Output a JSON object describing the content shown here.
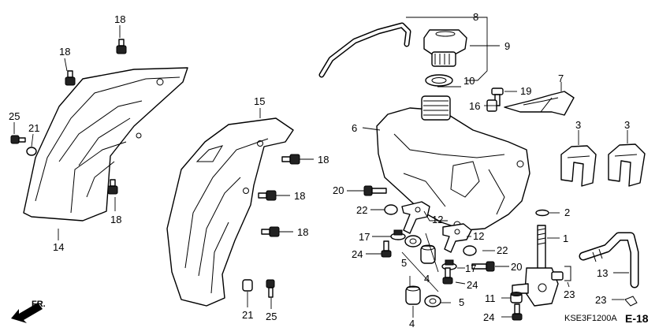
{
  "diagram": {
    "labels": {
      "p1": "1",
      "p2": "2",
      "p3a": "3",
      "p3b": "3",
      "p4a": "4",
      "p4b": "4",
      "p5a": "5",
      "p5b": "5",
      "p6": "6",
      "p7": "7",
      "p8": "8",
      "p9": "9",
      "p10": "10",
      "p11": "11",
      "p12a": "12",
      "p12b": "12",
      "p13": "13",
      "p14": "14",
      "p15": "15",
      "p16": "16",
      "p17a": "17",
      "p17b": "17",
      "p18a": "18",
      "p18b": "18",
      "p18c": "18",
      "p18d": "18",
      "p18e": "18",
      "p18f": "18",
      "p19": "19",
      "p20a": "20",
      "p20b": "20",
      "p21a": "21",
      "p21b": "21",
      "p22a": "22",
      "p22b": "22",
      "p23a": "23",
      "p23b": "23",
      "p24a": "24",
      "p24b": "24",
      "p24c": "24",
      "p25a": "25",
      "p25b": "25"
    },
    "direction_label": "FR.",
    "drawing_code": "KSE3F1200A",
    "page_ref": "E-18"
  }
}
